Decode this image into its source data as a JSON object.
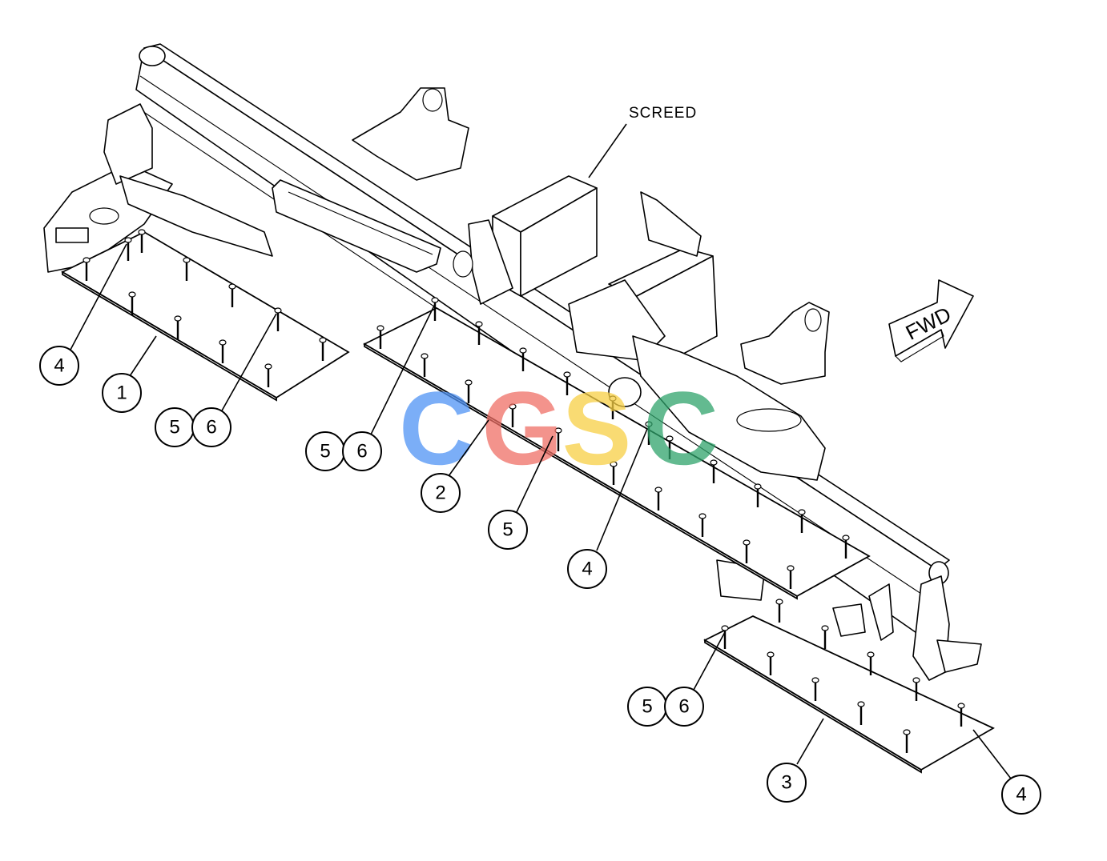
{
  "labels": {
    "screed": "SCREED",
    "fwd": "FWD"
  },
  "callouts": [
    {
      "id": "c4a",
      "text": "4"
    },
    {
      "id": "c1",
      "text": "1"
    },
    {
      "id": "c5a",
      "text": "5"
    },
    {
      "id": "c6a",
      "text": "6"
    },
    {
      "id": "c5b",
      "text": "5"
    },
    {
      "id": "c6b",
      "text": "6"
    },
    {
      "id": "c2",
      "text": "2"
    },
    {
      "id": "c5c",
      "text": "5"
    },
    {
      "id": "c4b",
      "text": "4"
    },
    {
      "id": "c5d",
      "text": "5"
    },
    {
      "id": "c6d",
      "text": "6"
    },
    {
      "id": "c3",
      "text": "3"
    },
    {
      "id": "c4c",
      "text": "4"
    }
  ],
  "watermark": {
    "text": "CGSC",
    "colors": [
      "#4f93f5",
      "#ef6f66",
      "#f7cf45",
      "#2fa36b"
    ]
  }
}
